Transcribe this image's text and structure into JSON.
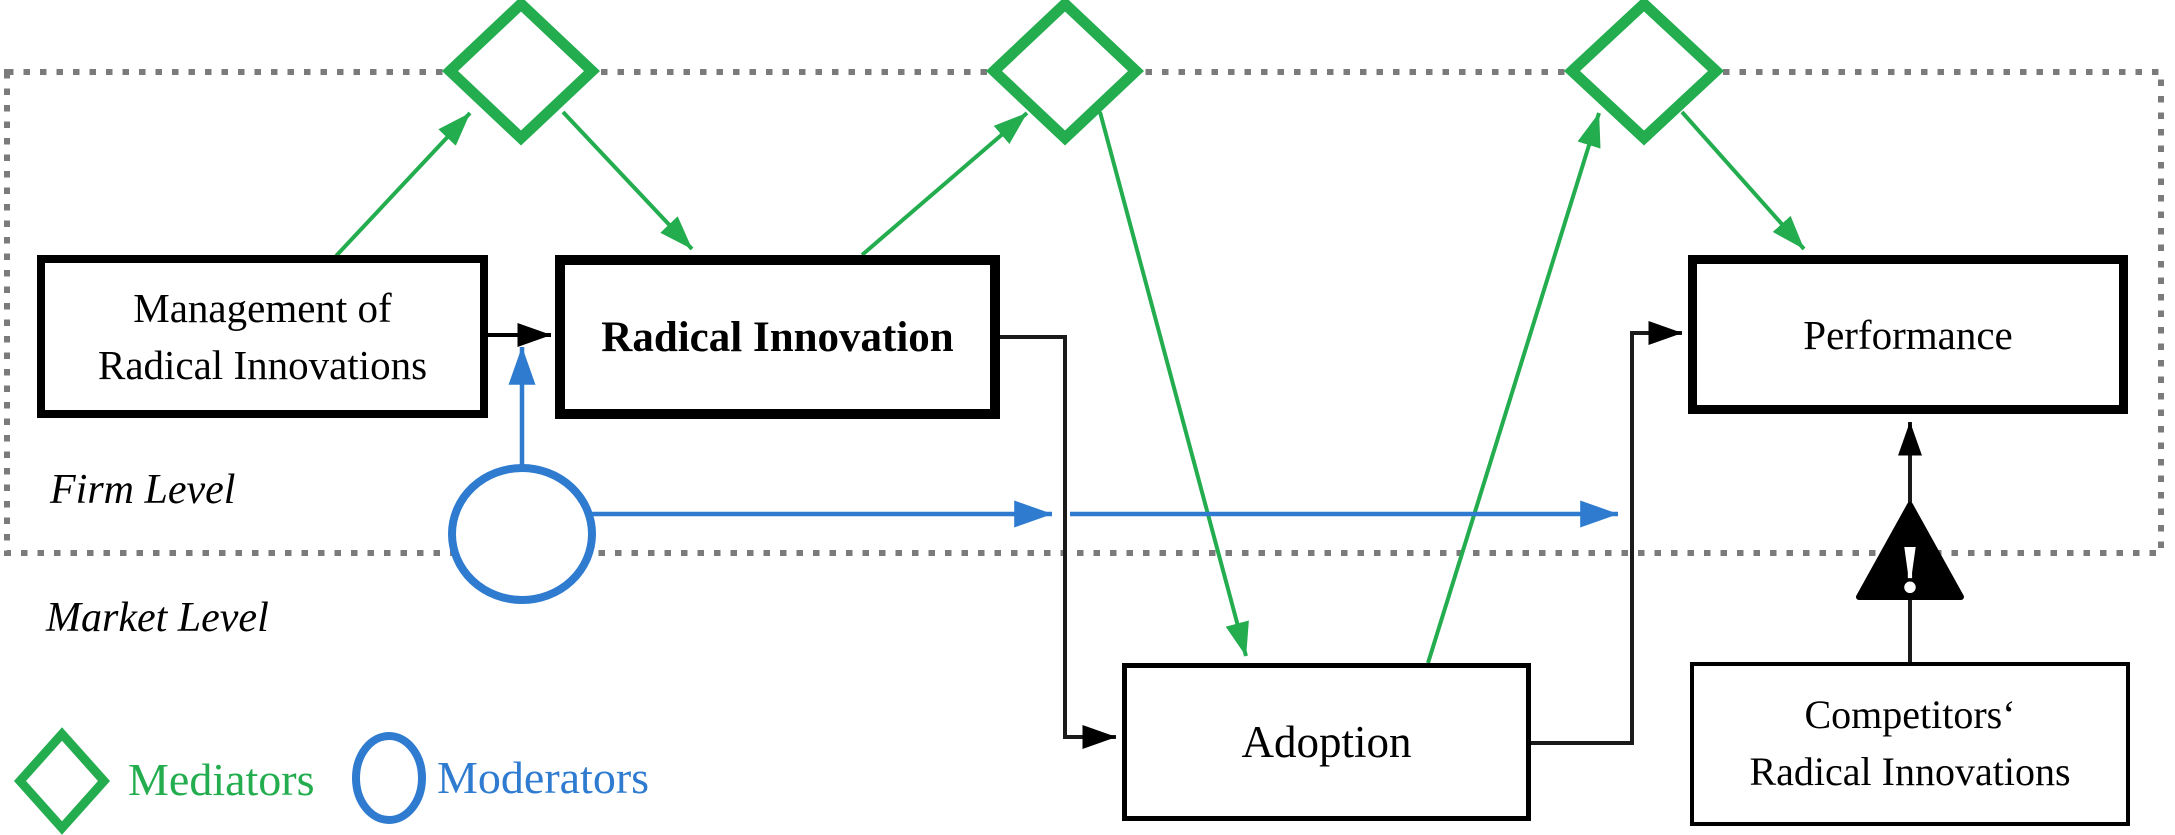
{
  "boxes": {
    "management": {
      "line1": "Management of",
      "line2": "Radical Innovations"
    },
    "radical_innovation": {
      "label": "Radical Innovation"
    },
    "adoption": {
      "label": "Adoption"
    },
    "performance": {
      "label": "Performance"
    },
    "competitors": {
      "line1": "Competitors‘",
      "line2": "Radical Innovations"
    }
  },
  "level_labels": {
    "firm": "Firm Level",
    "market": "Market Level"
  },
  "legend": {
    "mediators_label": "Mediators",
    "moderators_label": "Moderators"
  },
  "warning_icon": {
    "glyph": "!"
  },
  "icons": {
    "mediator": "green-diamond-icon",
    "moderator": "blue-circle-icon",
    "threat": "warning-triangle-icon"
  },
  "colors": {
    "mediator_green": "#23AD4F",
    "moderator_blue": "#2E7BD0",
    "dashed_border_gray": "#7B7B7B",
    "connector_black": "#000000",
    "box_fill": "#FFFFFF"
  },
  "edges": [
    {
      "from": "Management of Radical Innovations",
      "to": "Radical Innovation",
      "type": "direct"
    },
    {
      "from": "Radical Innovation",
      "to": "Adoption",
      "type": "direct"
    },
    {
      "from": "Adoption",
      "to": "Performance",
      "type": "direct"
    },
    {
      "from": "Competitors‘ Radical Innovations",
      "to": "Performance",
      "type": "direct-with-warning"
    },
    {
      "from": "Management of Radical Innovations",
      "to": "Radical Innovation",
      "type": "mediated"
    },
    {
      "from": "Radical Innovation",
      "to": "Adoption",
      "type": "mediated"
    },
    {
      "from": "Adoption",
      "to": "Performance",
      "type": "mediated"
    },
    {
      "moderates": [
        "Management→Radical Innovation",
        "Radical Innovation→Adoption",
        "Adoption→Performance"
      ],
      "type": "moderated"
    }
  ]
}
